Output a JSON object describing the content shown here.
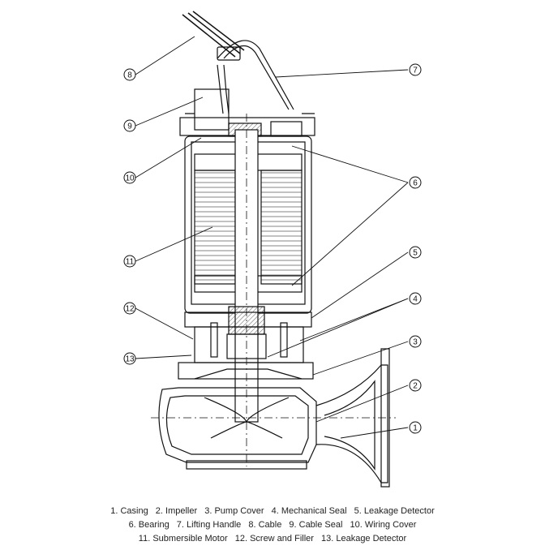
{
  "callouts": [
    {
      "num": "8"
    },
    {
      "num": "7"
    },
    {
      "num": "9"
    },
    {
      "num": "10"
    },
    {
      "num": "6"
    },
    {
      "num": "11"
    },
    {
      "num": "5"
    },
    {
      "num": "12"
    },
    {
      "num": "4"
    },
    {
      "num": "3"
    },
    {
      "num": "13"
    },
    {
      "num": "2"
    },
    {
      "num": "1"
    }
  ],
  "legend": {
    "line1": [
      "1. Casing",
      "2. Impeller",
      "3. Pump Cover",
      "4. Mechanical Seal",
      "5. Leakage Detector"
    ],
    "line2": [
      "6. Bearing",
      "7. Lifting Handle",
      "8. Cable",
      "9. Cable Seal",
      "10. Wiring Cover"
    ],
    "line3": [
      "11. Submersible Motor",
      "12. Screw and Filler",
      "13. Leakage Detector"
    ]
  }
}
